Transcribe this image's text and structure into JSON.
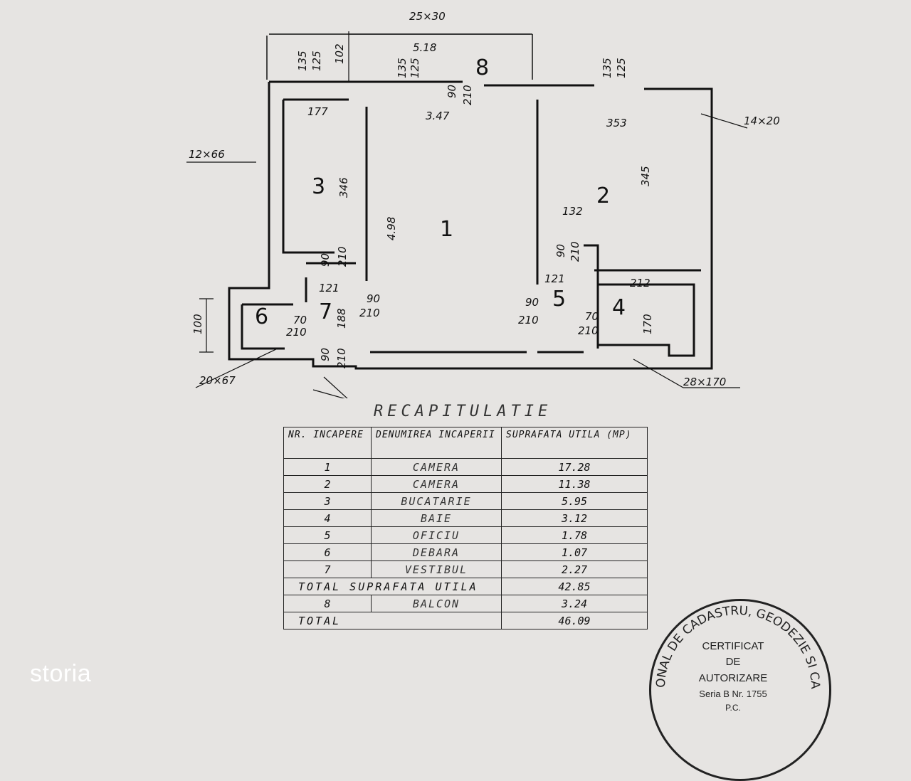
{
  "plan": {
    "rooms": [
      "1",
      "2",
      "3",
      "4",
      "5",
      "6",
      "7",
      "8"
    ],
    "dims": {
      "d25x30": "25×30",
      "d518": "5.18",
      "d135a": "135",
      "d125a": "125",
      "d102": "102",
      "d135b": "135",
      "d125b": "125",
      "d135c": "135",
      "d125c": "125",
      "d90a": "90",
      "d210a": "210",
      "d177": "177",
      "d347": "3.47",
      "d353": "353",
      "d14x20": "14×20",
      "d12x66": "12×66",
      "d346": "346",
      "d498": "4.98",
      "d345": "345",
      "d132": "132",
      "d90b": "90",
      "d210b": "210",
      "d121a": "121",
      "d90c": "90",
      "d210c": "210",
      "d121b": "121",
      "d212": "212",
      "d90d": "90",
      "d210d": "210",
      "d90e": "90",
      "d210e": "210",
      "d70a": "70",
      "d210f": "210",
      "d70b": "70",
      "d210g": "210",
      "d188": "188",
      "d170": "170",
      "d100": "100",
      "d90f": "90",
      "d210h": "210",
      "d20x67": "20×67",
      "d28x170": "28×170"
    }
  },
  "recap": {
    "title": "RECAPITULATIE",
    "headers": [
      "NR. INCAPERE",
      "DENUMIREA INCAPERII",
      "SUPRAFATA UTILA (MP)"
    ],
    "rows": [
      {
        "nr": "1",
        "name": "CAMERA",
        "area": "17.28"
      },
      {
        "nr": "2",
        "name": "CAMERA",
        "area": "11.38"
      },
      {
        "nr": "3",
        "name": "BUCATARIE",
        "area": "5.95"
      },
      {
        "nr": "4",
        "name": "BAIE",
        "area": "3.12"
      },
      {
        "nr": "5",
        "name": "OFICIU",
        "area": "1.78"
      },
      {
        "nr": "6",
        "name": "DEBARA",
        "area": "1.07"
      },
      {
        "nr": "7",
        "name": "VESTIBUL",
        "area": "2.27"
      }
    ],
    "total_useful_label": "TOTAL SUPRAFATA UTILA",
    "total_useful": "42.85",
    "balcony": {
      "nr": "8",
      "name": "BALCON",
      "area": "3.24"
    },
    "total_label": "TOTAL",
    "total": "46.09"
  },
  "stamp": {
    "ring": "ONAL DE CADASTRU, GEODEZIE SI CART",
    "line1": "CERTIFICAT",
    "line2": "DE",
    "line3": "AUTORIZARE",
    "line4": "Seria B Nr. 1755",
    "line5": "P.C."
  },
  "logo": "storia"
}
